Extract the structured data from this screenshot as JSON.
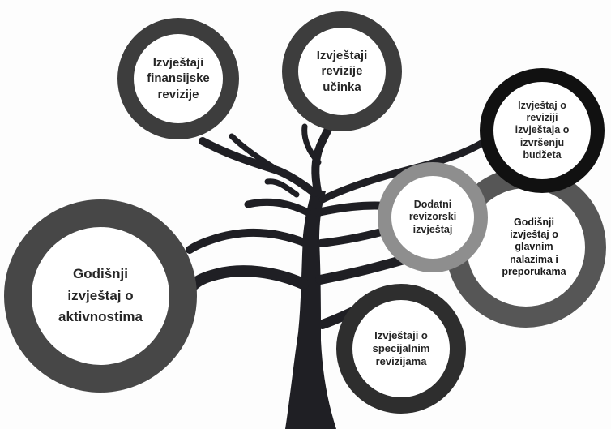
{
  "diagram": {
    "nodes": [
      {
        "id": "financial",
        "lines": [
          "Izvještaji",
          "finansijske",
          "revizije"
        ]
      },
      {
        "id": "performance",
        "lines": [
          "Izvještaji",
          "revizije",
          "učinka"
        ]
      },
      {
        "id": "budget",
        "lines": [
          "Izvještaj o",
          "reviziji",
          "izvještaja o",
          "izvršenju",
          "budžeta"
        ]
      },
      {
        "id": "additional",
        "lines": [
          "Dodatni",
          "revizorski",
          "izvještaj"
        ]
      },
      {
        "id": "main_findings",
        "lines": [
          "Godišnji",
          "izvještaj o",
          "glavnim",
          "nalazima i",
          "preporukama"
        ]
      },
      {
        "id": "annual_activities",
        "lines": [
          "Godišnji",
          "izvještaj o",
          "aktivnostima"
        ]
      },
      {
        "id": "special",
        "lines": [
          "Izvještaji o",
          "specijalnim",
          "revizijama"
        ]
      }
    ],
    "colors": {
      "tree": "#1f1f24",
      "background": "#fdfdfd",
      "node_fill": "#ffffff",
      "text": "#262626"
    }
  }
}
